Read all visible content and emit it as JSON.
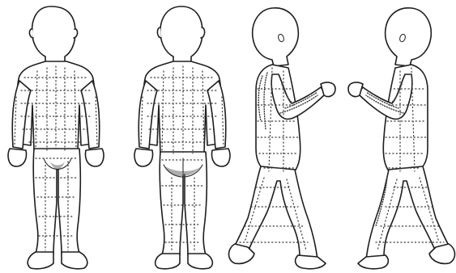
{
  "figure": {
    "panels": [
      {
        "view": "front"
      },
      {
        "view": "back"
      },
      {
        "view": "left-side"
      },
      {
        "view": "right-side"
      }
    ],
    "colors": {
      "line": "#1e1e1e",
      "grid": "#3a3a3a",
      "background": "#ffffff"
    }
  }
}
